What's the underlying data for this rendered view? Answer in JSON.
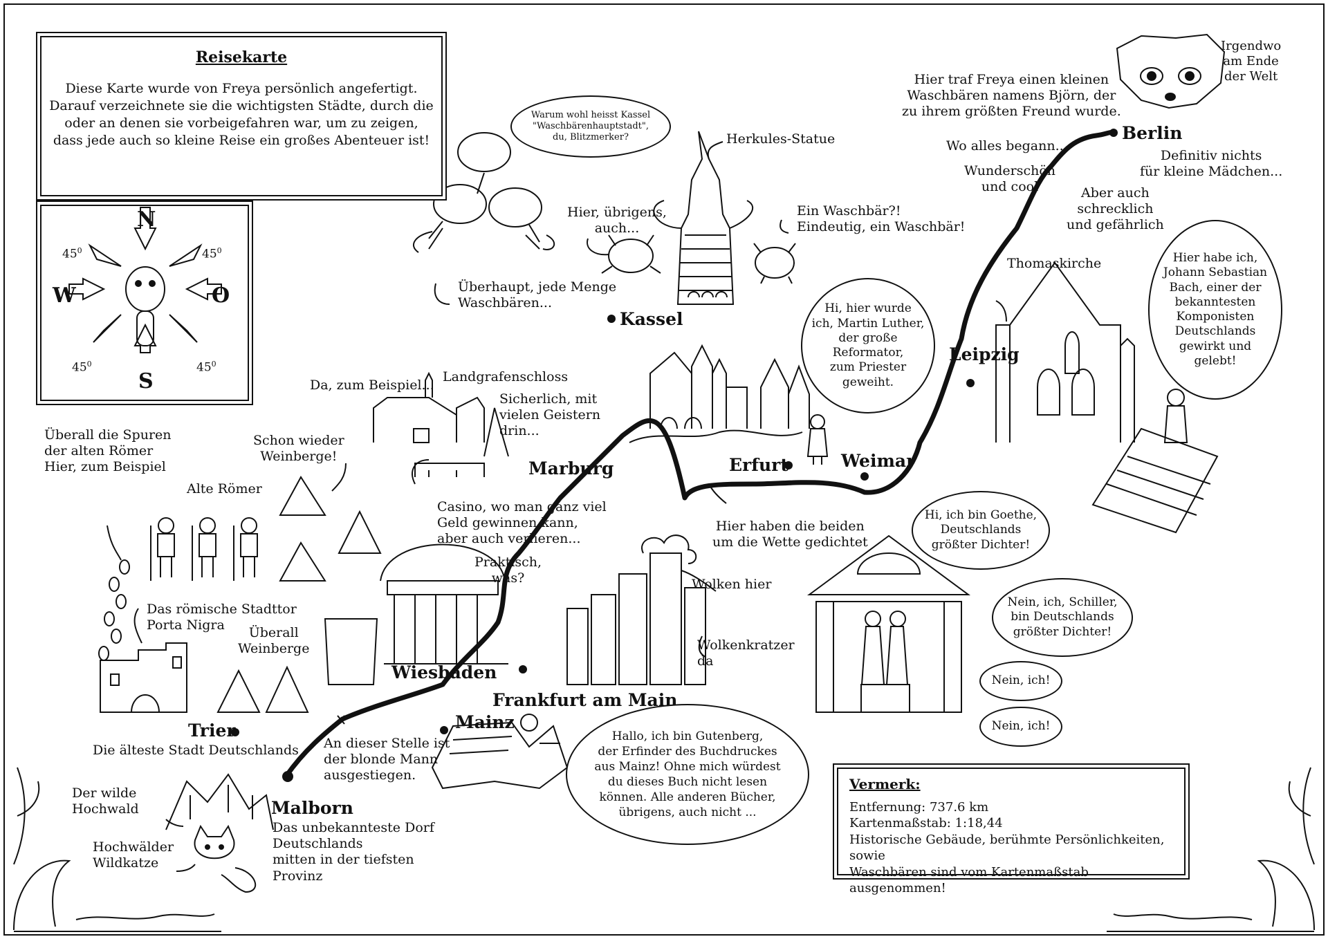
{
  "legend": {
    "title": "Reisekarte",
    "text": "Diese Karte wurde von Freya persönlich angefertigt.\nDarauf verzeichnete sie die wichtigsten Städte, durch die\noder an denen sie vorbeigefahren war, um zu zeigen,\ndass jede auch so kleine Reise ein großes Abenteuer ist!"
  },
  "compass": {
    "n": "N",
    "s": "S",
    "w": "W",
    "o": "O",
    "deg": "45",
    "deg_sup": "0"
  },
  "cities": {
    "berlin": "Berlin",
    "leipzig": "Leipzig",
    "kassel": "Kassel",
    "marburg": "Marburg",
    "erfurt": "Erfurt",
    "weimar": "Weimar",
    "wiesbaden": "Wiesbaden",
    "frankfurt": "Frankfurt am Main",
    "mainz": "Mainz",
    "trier": "Trier",
    "malborn": "Malborn"
  },
  "labels": {
    "irgendwo": "Irgendwo\nam Ende\nder Welt",
    "bjoern": "Hier traf Freya einen kleinen\nWaschbären namens Björn, der\nzu ihrem größten Freund wurde.",
    "wo_alles": "Wo alles begann...",
    "wunderschoen": "Wunderschön\nund cool",
    "definitiv": "Definitiv nichts\nfür kleine Mädchen...",
    "aber_auch": "Aber auch\nschrecklich\nund gefährlich",
    "thomaskirche": "Thomaskirche",
    "herkules": "Herkules-Statue",
    "hier_uebrigens": "Hier, übrigens,\nauch...",
    "ein_waschbaer": "Ein Waschbär?!\nEindeutig, ein Waschbär!",
    "ueberhaupt": "Überhaupt, jede Menge\nWaschbären...",
    "da_beispiel": "Da, zum Beispiel...",
    "landgrafenschloss": "Landgrafenschloss",
    "geistern": "Sicherlich, mit\nvielen Geistern\ndrin...",
    "spuren": "Überall die Spuren\nder alten Römer\nHier, zum Beispiel",
    "alte_roemer": "Alte Römer",
    "schon_wieder": "Schon wieder\nWeinberge!",
    "casino": "Casino, wo man ganz viel\nGeld gewinnen kann,\naber auch verlieren...",
    "praktisch": "Praktisch,\nwas?",
    "stadttor": "Das römische Stadttor\nPorta Nigra",
    "ueberall_wein": "Überall\nWeinberge",
    "wolken": "Wolken hier",
    "wolkenkratzer": "Wolkenkratzer\nda",
    "gedichtet": "Hier haben die beiden\num die Wette gedichtet",
    "trier_sub": "Die älteste Stadt Deutschlands",
    "blonde": "An dieser Stelle ist\nder blonde Mann\nausgestiegen.",
    "hochwald": "Der wilde\nHochwald",
    "wildkatze": "Hochwälder\nWildkatze",
    "malborn_sub": "Das unbekannteste Dorf\nDeutschlands\nmitten in der tiefsten\nProvinz"
  },
  "bubbles": {
    "kassel_q": "Warum wohl heisst Kassel\n\"Waschbärenhauptstadt\",\ndu, Blitzmerker?",
    "luther": "Hi, hier wurde\nich, Martin Luther,\nder große\nReformator,\nzum Priester\ngeweiht.",
    "bach": "Hier habe ich,\nJohann Sebastian\nBach, einer der\nbekanntesten\nKomponisten\nDeutschlands\ngewirkt und\ngelebt!",
    "goethe": "Hi, ich bin Goethe,\nDeutschlands\ngrößter Dichter!",
    "schiller": "Nein, ich, Schiller,\nbin Deutschlands\ngrößter Dichter!",
    "nein1": "Nein, ich!",
    "nein2": "Nein, ich!",
    "gutenberg": "Hallo, ich bin Gutenberg,\nder Erfinder des Buchdruckes\naus Mainz! Ohne mich würdest\ndu dieses Buch nicht lesen\nkönnen. Alle anderen Bücher,\nübrigens, auch nicht ..."
  },
  "note": {
    "title": "Vermerk:",
    "lines": "Entfernung: 737.6 km\nKartenmaßstab: 1:18,44\nHistorische Gebäude, berühmte Persönlichkeiten, sowie\nWaschbären sind vom Kartenmaßstab ausgenommen!"
  }
}
